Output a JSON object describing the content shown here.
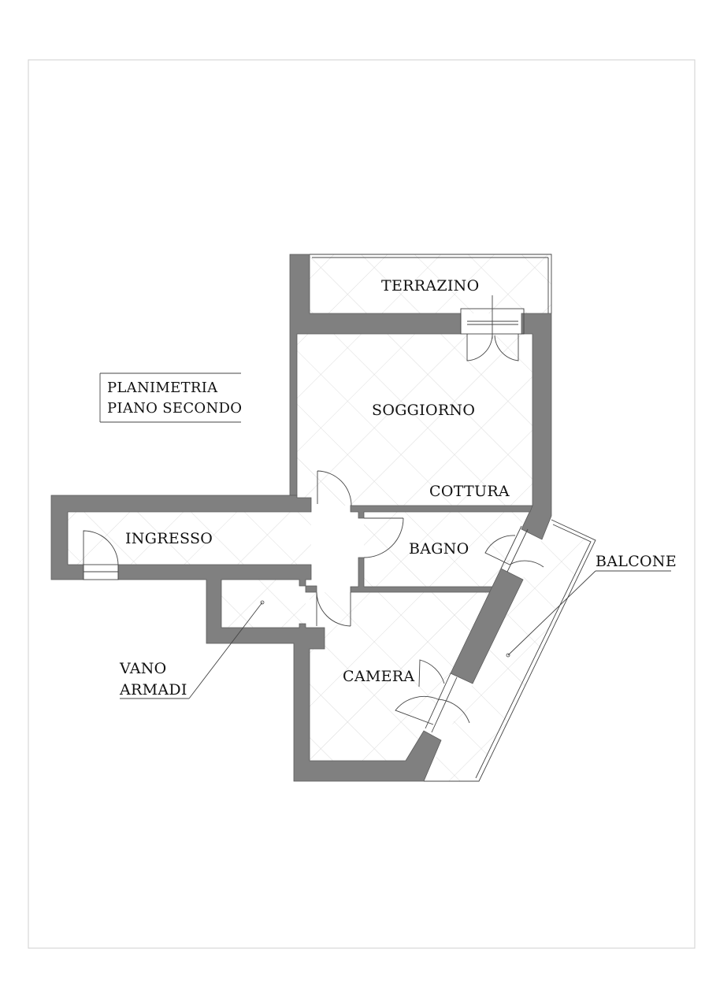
{
  "title": {
    "line1": "PLANIMETRIA",
    "line2": "PIANO SECONDO"
  },
  "rooms": {
    "terrazino": "TERRAZINO",
    "soggiorno": "SOGGIORNO",
    "cottura": "COTTURA",
    "ingresso": "INGRESSO",
    "bagno": "BAGNO",
    "camera": "CAMERA"
  },
  "callouts": {
    "balcone": "BALCONE",
    "vano_line1": "VANO",
    "vano_line2": "ARMADI"
  },
  "colors": {
    "wall": "#808080",
    "floor_pattern": "#d8d8d8",
    "line": "#444444"
  }
}
